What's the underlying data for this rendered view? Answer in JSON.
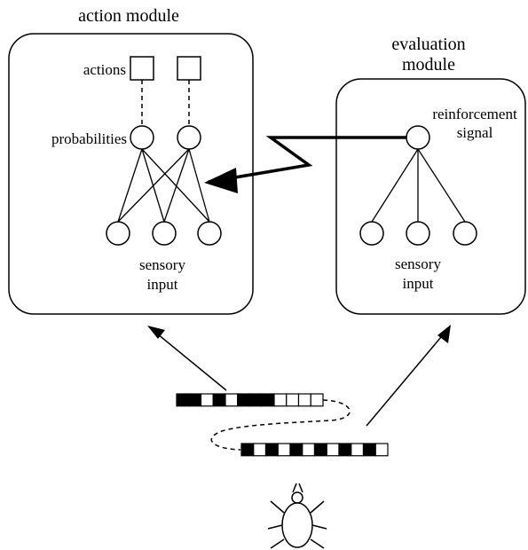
{
  "colors": {
    "ink": "#000000",
    "paper": "#ffffff"
  },
  "action_module": {
    "title": "action module",
    "actions_label": "actions",
    "probabilities_label": "probabilities",
    "sensory_label_1": "sensory",
    "sensory_label_2": "input"
  },
  "evaluation_module": {
    "title_1": "evaluation",
    "title_2": "module",
    "reinforcement_label_1": "reinforcement",
    "reinforcement_label_2": "signal",
    "sensory_label_1": "sensory",
    "sensory_label_2": "input"
  },
  "sensory_strips": {
    "strip_1": [
      1,
      1,
      0,
      1,
      0,
      1,
      1,
      1,
      0,
      0,
      0,
      0
    ],
    "strip_2": [
      1,
      0,
      1,
      0,
      1,
      0,
      1,
      0,
      1,
      0,
      1,
      0
    ]
  },
  "icons": {
    "creature": "beetle-icon",
    "arrow": "arrow-icon"
  }
}
